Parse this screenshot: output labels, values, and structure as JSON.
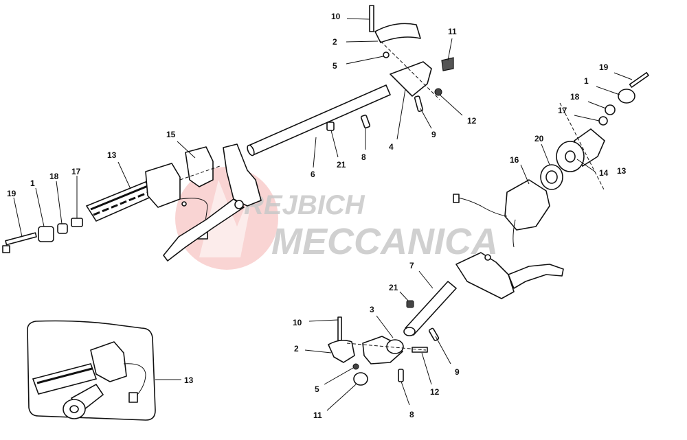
{
  "watermark": {
    "line1": "REJBICH",
    "line2": "MECCANICA",
    "logo_color": "#e53935"
  },
  "callouts": [
    {
      "id": "c10a",
      "text": "10"
    },
    {
      "id": "c2a",
      "text": "2"
    },
    {
      "id": "c5a",
      "text": "5"
    },
    {
      "id": "c11a",
      "text": "11"
    },
    {
      "id": "c12a",
      "text": "12"
    },
    {
      "id": "c9a",
      "text": "9"
    },
    {
      "id": "c4a",
      "text": "4"
    },
    {
      "id": "c8a",
      "text": "8"
    },
    {
      "id": "c21a",
      "text": "21"
    },
    {
      "id": "c6a",
      "text": "6"
    },
    {
      "id": "c15a",
      "text": "15"
    },
    {
      "id": "c13a",
      "text": "13"
    },
    {
      "id": "c19a",
      "text": "19"
    },
    {
      "id": "c1a",
      "text": "1"
    },
    {
      "id": "c18a",
      "text": "18"
    },
    {
      "id": "c17a",
      "text": "17"
    },
    {
      "id": "c19b",
      "text": "19"
    },
    {
      "id": "c1b",
      "text": "1"
    },
    {
      "id": "c18b",
      "text": "18"
    },
    {
      "id": "c17b",
      "text": "17"
    },
    {
      "id": "c20a",
      "text": "20"
    },
    {
      "id": "c16a",
      "text": "16"
    },
    {
      "id": "c14a",
      "text": "14"
    },
    {
      "id": "c13b",
      "text": "13"
    },
    {
      "id": "c7a",
      "text": "7"
    },
    {
      "id": "c21b",
      "text": "21"
    },
    {
      "id": "c3a",
      "text": "3"
    },
    {
      "id": "c10b",
      "text": "10"
    },
    {
      "id": "c2b",
      "text": "2"
    },
    {
      "id": "c5b",
      "text": "5"
    },
    {
      "id": "c11b",
      "text": "11"
    },
    {
      "id": "c12b",
      "text": "12"
    },
    {
      "id": "c8b",
      "text": "8"
    },
    {
      "id": "c9b",
      "text": "9"
    },
    {
      "id": "c13c",
      "text": "13"
    }
  ]
}
